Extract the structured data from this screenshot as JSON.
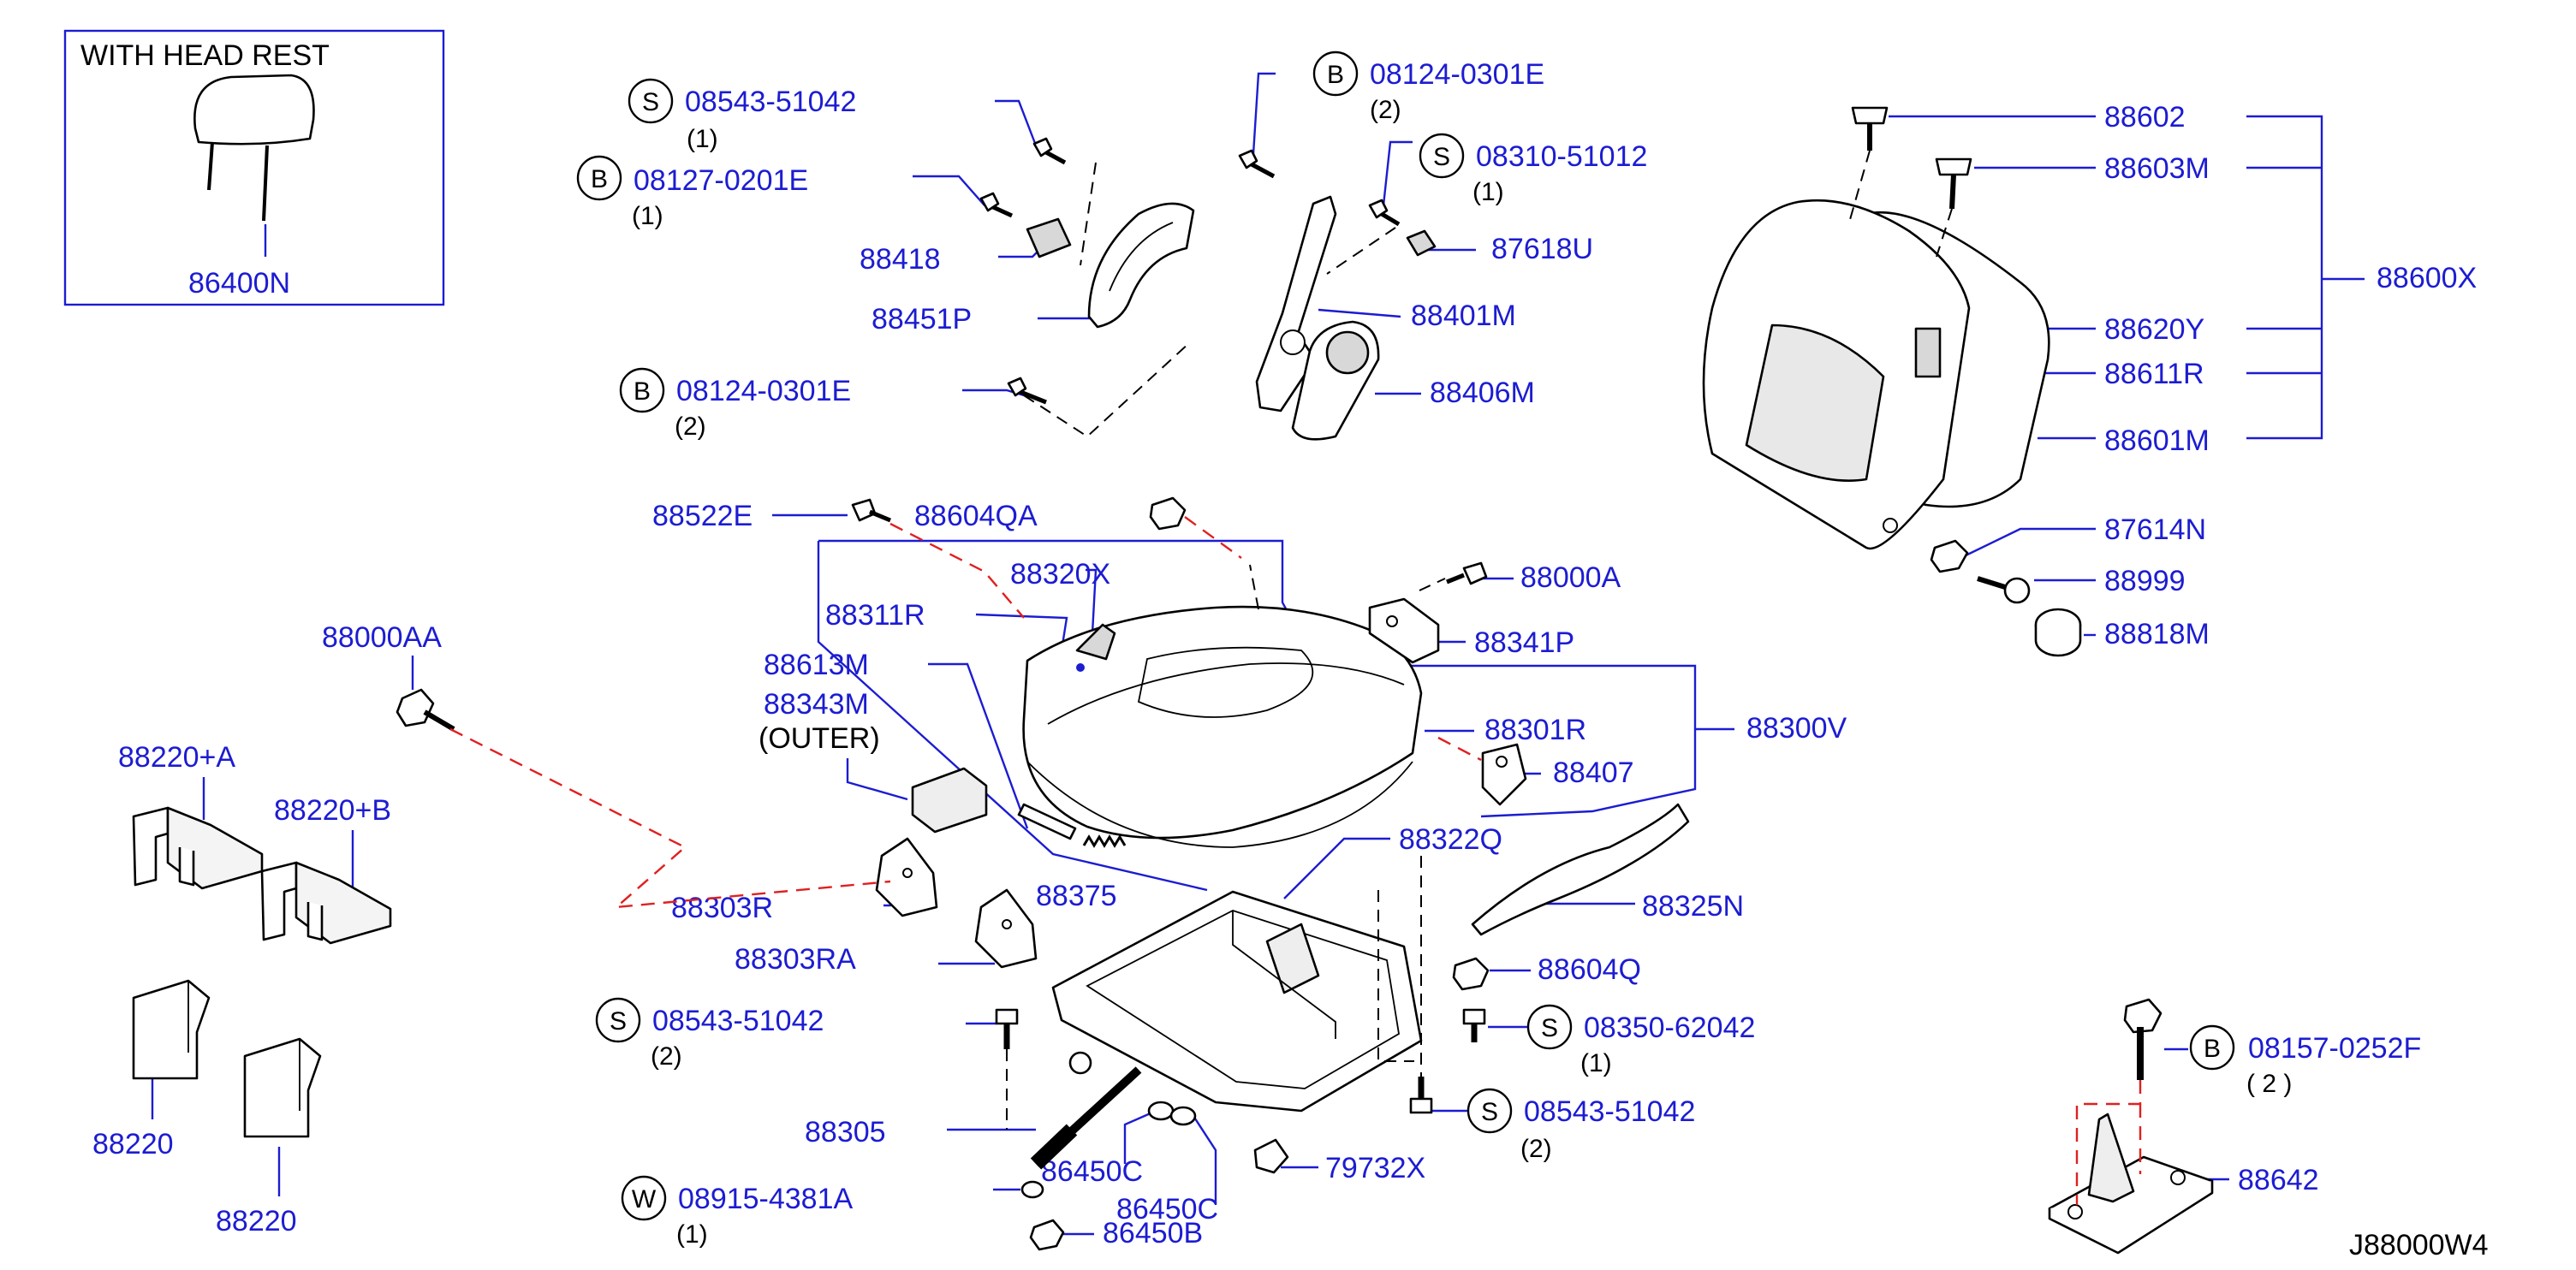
{
  "inset": {
    "title": "WITH   HEAD   REST",
    "part": "86400N"
  },
  "labels": {
    "s_08543_51042_top": "08543-51042",
    "q1": "(1)",
    "b_08127_0201e": "08127-0201E",
    "q2": "(1)",
    "p88418": "88418",
    "p88451p": "88451P",
    "b_08124_0301e_left": "08124-0301E",
    "q3": "(2)",
    "b_08124_0301e_top": "08124-0301E",
    "q4": "(2)",
    "s_08310_51012": "08310-51012",
    "q5": "(1)",
    "p87618u": "87618U",
    "p88401m": "88401M",
    "p88406m": "88406M",
    "p88602": "88602",
    "p88603m": "88603M",
    "p88600x": "88600X",
    "p88620y": "88620Y",
    "p88611r": "88611R",
    "p88601m": "88601M",
    "p87614n": "87614N",
    "p88999": "88999",
    "p88818m": "88818M",
    "p88522e": "88522E",
    "p88604qa": "88604QA",
    "p88320x": "88320X",
    "p88000a": "88000A",
    "p88311r": "88311R",
    "p88341p": "88341P",
    "p88000aa": "88000AA",
    "p88613m": "88613M",
    "p88343m": "88343M",
    "outer": "(OUTER)",
    "p88301r": "88301R",
    "p88300v": "88300V",
    "p88407": "88407",
    "p88220a": "88220+A",
    "p88220b": "88220+B",
    "p88322q": "88322Q",
    "p88375": "88375",
    "p88303r": "88303R",
    "p88325n": "88325N",
    "p88303ra": "88303RA",
    "p88604q": "88604Q",
    "s_08543_51042_mid": "08543-51042",
    "q6": "(2)",
    "s_08350_62042": "08350-62042",
    "q7": "(1)",
    "p88220_1": "88220",
    "p88220_2": "88220",
    "p88305": "88305",
    "p86450c_1": "86450C",
    "p86450c_2": "86450C",
    "p79732x": "79732X",
    "s_08543_51042_bot": "08543-51042",
    "q8": "(2)",
    "w_08915_4381a": "08915-4381A",
    "q9": "(1)",
    "p86450b": "86450B",
    "b_08157_0252f": "08157-0252F",
    "q10": "(  2  )",
    "p88642": "88642",
    "code": "J88000W4"
  },
  "circle_letters": {
    "s1": "S",
    "b1": "B",
    "b2": "B",
    "b3": "B",
    "s2": "S",
    "s3": "S",
    "s4": "S",
    "s5": "S",
    "w1": "W",
    "b4": "B"
  },
  "colors": {
    "part_number": "#1c1cd2",
    "leader_red": "#e02020",
    "outline": "#000000"
  }
}
